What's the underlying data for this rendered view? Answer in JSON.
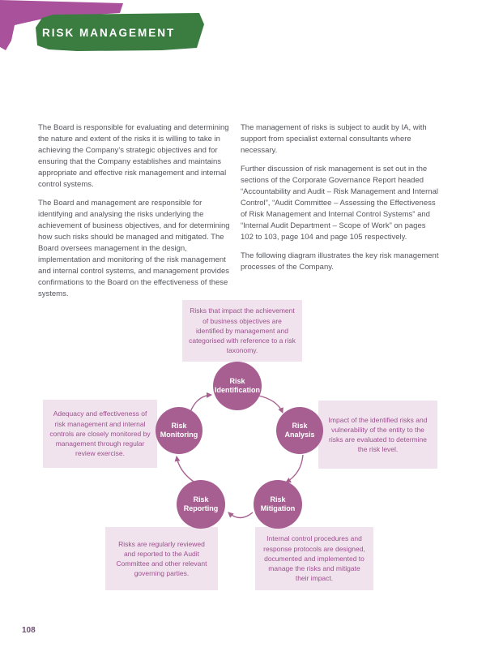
{
  "header": {
    "title": "RISK MANAGEMENT"
  },
  "page_number": "108",
  "columns": {
    "left": {
      "p1": "The Board is responsible for evaluating and determining the nature and extent of the risks it is willing to take in achieving the Company’s strategic objectives and for ensuring that the Company establishes and maintains appropriate and effective risk management and internal control systems.",
      "p2": "The Board and management are responsible for identifying and analysing the risks underlying the achievement of business objectives, and for determining how such risks should be managed and mitigated. The Board oversees management in the design, implementation and monitoring of the risk management and internal control systems, and management provides confirmations to the Board on the effectiveness of these systems."
    },
    "right": {
      "p1": "The management of risks is subject to audit by IA, with support from specialist external consultants where necessary.",
      "p2": "Further discussion of risk management is set out in the sections of the Corporate Governance Report headed “Accountability and Audit – Risk Management and Internal Control”, “Audit Committee – Assessing the Effectiveness of Risk Management and Internal Control Systems” and “Internal Audit Department – Scope of Work” on pages 102 to 103, page 104 and page 105 respectively.",
      "p3": "The following diagram illustrates the key risk management processes of the Company."
    }
  },
  "diagram": {
    "circles": [
      {
        "id": "identification",
        "label": "Risk Identification"
      },
      {
        "id": "analysis",
        "label": "Risk Analysis"
      },
      {
        "id": "mitigation",
        "label": "Risk Mitigation"
      },
      {
        "id": "reporting",
        "label": "Risk Reporting"
      },
      {
        "id": "monitoring",
        "label": "Risk Monitoring"
      }
    ],
    "boxes": [
      {
        "id": "top",
        "text": "Risks that impact the achievement of business objectives are identified by management and categorised with reference to a risk taxonomy."
      },
      {
        "id": "right",
        "text": "Impact of the identified risks and vulnerability of the entity to the risks are evaluated to determine the risk level."
      },
      {
        "id": "bottom-right",
        "text": "Internal control procedures and response protocols are designed, documented and implemented to manage the risks and mitigate their impact."
      },
      {
        "id": "bottom-left",
        "text": "Risks are regularly reviewed and reported to the Audit Committee and other relevant governing parties."
      },
      {
        "id": "left",
        "text": "Adequacy and effectiveness of risk management and internal controls are closely monitored by management through regular review exercise."
      }
    ]
  },
  "colors": {
    "brush_green": "#3b7c41",
    "brush_purple": "#a9519b",
    "circle_fill": "#a75f92",
    "box_bg": "#f1e3ee",
    "box_text": "#9c4f8c",
    "body_text": "#54555d"
  }
}
